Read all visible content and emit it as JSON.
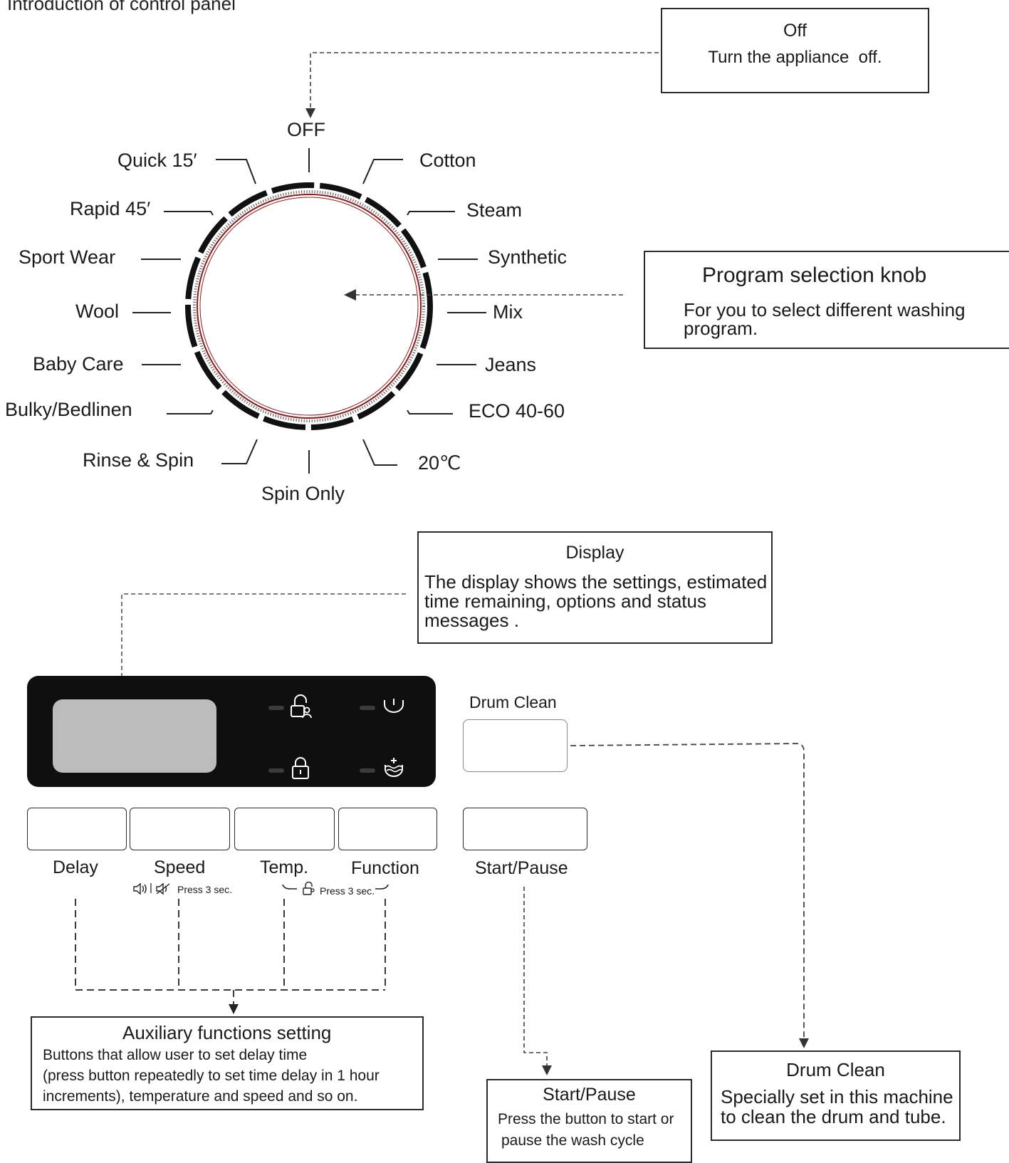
{
  "page_title": "Introduction of control panel",
  "off_box": {
    "title": "Off",
    "desc": "Turn the appliance  off."
  },
  "knob": {
    "top_label": "OFF",
    "left_programs": [
      "Quick 15′",
      "Rapid 45′",
      "Sport Wear",
      "Wool",
      "Baby Care",
      "Bulky/Bedlinen",
      "Rinse & Spin"
    ],
    "right_programs": [
      "Cotton",
      "Steam",
      "Synthetic",
      "Mix",
      "Jeans",
      "ECO 40-60",
      "20℃"
    ],
    "bottom_label": "Spin Only",
    "ring_color": "#8b1a1a"
  },
  "knob_box": {
    "title": "Program selection knob",
    "desc_line1": "For you to select different washing",
    "desc_line2": "program."
  },
  "display_box": {
    "title": "Display",
    "line1": "The display shows the settings, estimated",
    "line2": "time remaining, options and status",
    "line3": "messages ."
  },
  "panel": {
    "status_icons": [
      "child-lock-icon",
      "prewash-icon",
      "door-lock-icon",
      "extra-rinse-icon"
    ]
  },
  "buttons": {
    "delay": "Delay",
    "speed": "Speed",
    "temp": "Temp.",
    "function": "Function",
    "start_pause": "Start/Pause",
    "drum_clean": "Drum Clean",
    "speed_hint": "Press 3 sec.",
    "temp_function_hint": "Press 3 sec."
  },
  "aux_box": {
    "title": "Auxiliary functions  setting",
    "line1": "Buttons that allow user to set delay time",
    "line2": "(press button repeatedly to set time delay in 1 hour",
    "line3": "increments), temperature and speed and so on."
  },
  "start_box": {
    "title": "Start/Pause",
    "line1": "Press the button to start or",
    "line2": "pause the wash cycle"
  },
  "drum_box": {
    "title": "Drum Clean",
    "line1": "Specially set in this machine",
    "line2": "to clean the drum and tube."
  }
}
